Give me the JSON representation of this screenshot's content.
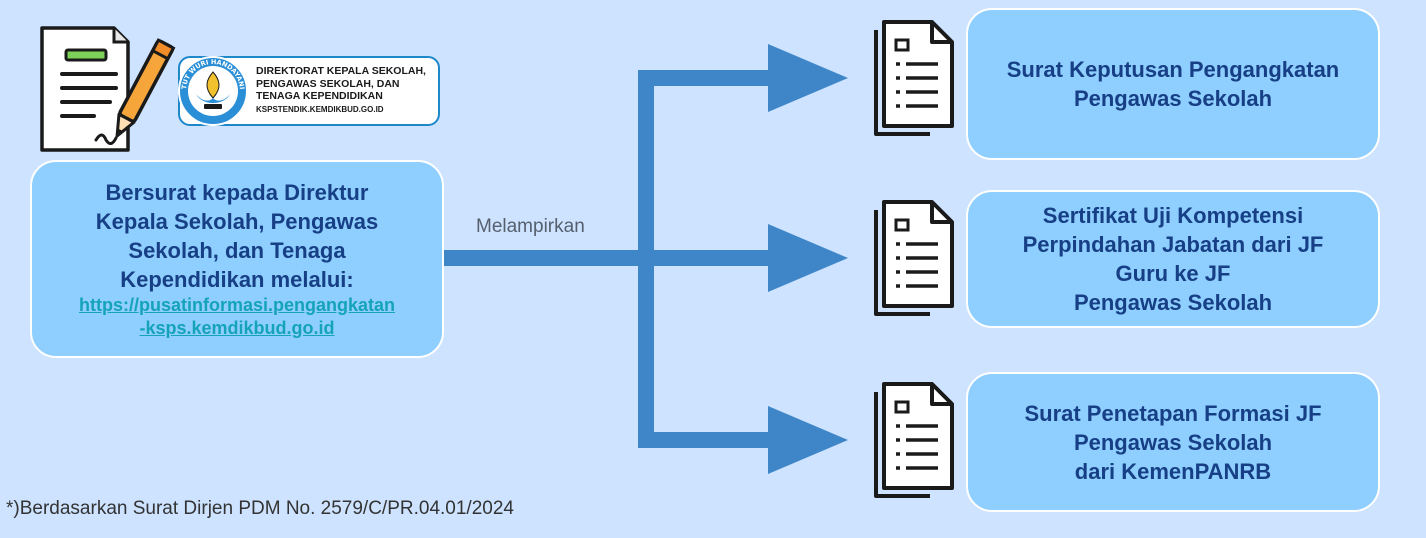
{
  "source": {
    "lines": [
      "Bersurat kepada Direktur",
      "Kepala Sekolah, Pengawas",
      "Sekolah, dan Tenaga",
      "Kependidikan melalui:"
    ],
    "url_lines": [
      "https://pusatinformasi.pengangkatan",
      "-ksps.kemdikbud.go.id"
    ]
  },
  "logo": {
    "lines": [
      "DIREKTORAT KEPALA SEKOLAH,",
      "PENGAWAS SEKOLAH, DAN",
      "TENAGA KEPENDIDIKAN"
    ],
    "website": "KSPSTENDIK.KEMDIKBUD.GO.ID",
    "emblem_text": "TUT WURI HANDAYANI"
  },
  "connector_label": "Melampirkan",
  "destinations": [
    {
      "lines": [
        "Surat Keputusan Pengangkatan",
        "Pengawas Sekolah"
      ]
    },
    {
      "lines": [
        "Sertifikat Uji Kompetensi",
        "Perpindahan Jabatan dari JF",
        "Guru ke JF",
        "Pengawas Sekolah"
      ]
    },
    {
      "lines": [
        "Surat Penetapan Formasi JF",
        "Pengawas Sekolah",
        "dari KemenPANRB"
      ]
    }
  ],
  "footnote": "*)Berdasarkan Surat Dirjen PDM No. 2579/C/PR.04.01/2024",
  "colors": {
    "background": "#cde3ff",
    "box_fill": "#8fcfff",
    "box_text": "#173f85",
    "arrow": "#3f86c8",
    "url": "#14a3b8"
  },
  "icons": {
    "contract": "contract-pen-icon",
    "document": "document-list-icon",
    "emblem": "tut-wuri-handayani-emblem"
  }
}
